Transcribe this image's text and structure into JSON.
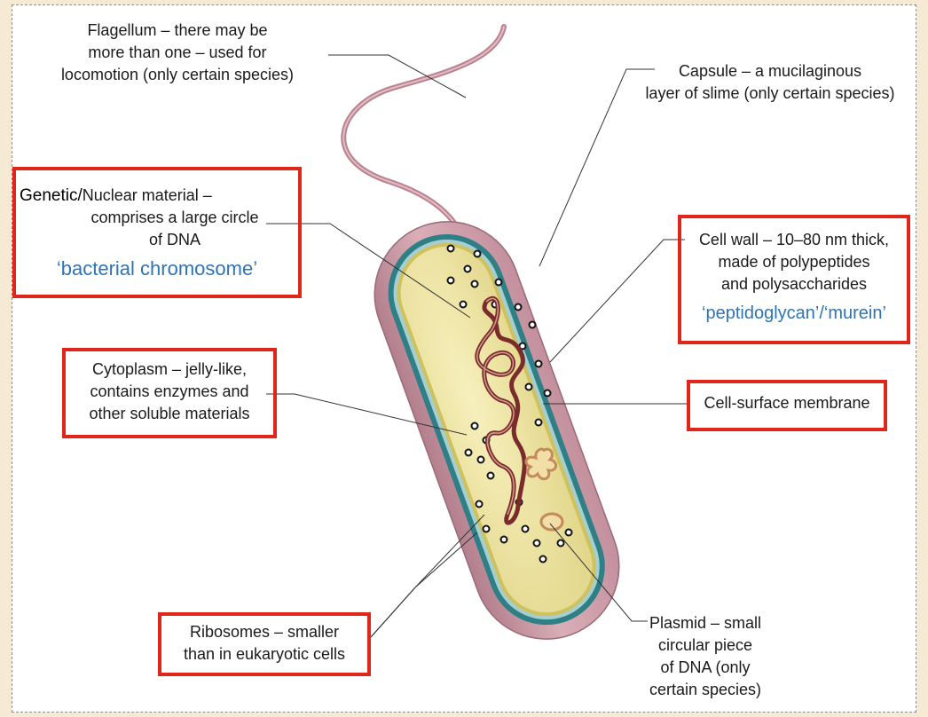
{
  "labels": {
    "flagellum": [
      "Flagellum – there may be",
      "more than one – used for",
      "locomotion (only certain species)"
    ],
    "capsule": [
      "Capsule – a mucilaginous",
      "layer of slime (only certain species)"
    ],
    "genetic_prefix": "Genetic/",
    "genetic_rest": "Nuclear material –",
    "genetic_lines": [
      "comprises a large circle",
      "of DNA"
    ],
    "genetic_highlight": "‘bacterial chromosome’",
    "cell_wall": [
      "Cell wall – 10–80 nm thick,",
      "made of polypeptides",
      "and polysaccharides"
    ],
    "cell_wall_highlight": "‘peptidoglycan’/‘murein’",
    "cytoplasm": [
      "Cytoplasm – jelly-like,",
      "contains enzymes and",
      "other soluble materials"
    ],
    "membrane": "Cell-surface membrane",
    "ribosomes": [
      "Ribosomes – smaller",
      "than in eukaryotic cells"
    ],
    "plasmid": [
      "Plasmid – small",
      "circular piece",
      "of DNA (only",
      "certain species)"
    ]
  },
  "colors": {
    "highlight_box": "#e0251b",
    "highlight_text": "#2e74b5",
    "capsule": "#c99aa5",
    "cell_wall": "#2f7f86",
    "cytoplasm": "#efe6a0",
    "dna": "#7a2c2c",
    "page_bg": "#f6ead4"
  }
}
